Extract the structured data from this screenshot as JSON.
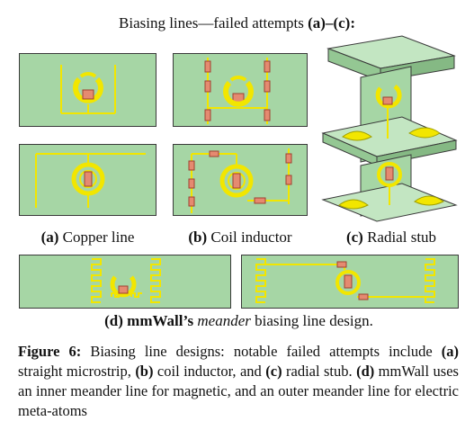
{
  "title": {
    "prefix": "Biasing lines—failed attempts ",
    "bold": "(a)–(c):"
  },
  "labels": {
    "a": {
      "tag": "(a)",
      "text": " Copper line"
    },
    "b": {
      "tag": "(b)",
      "text": " Coil inductor"
    },
    "c": {
      "tag": "(c)",
      "text": " Radial stub"
    },
    "d": {
      "tag": "(d)",
      "brand": " mmWall’s ",
      "italic": "meander",
      "text": " biasing line design."
    }
  },
  "caption": {
    "fig": "Figure 6:",
    "t1": " Biasing line designs: notable failed attempts include ",
    "a": "(a)",
    "t2": " straight microstrip, ",
    "b": "(b)",
    "t3": " coil inductor, and ",
    "c": "(c)",
    "t4": " radial stub. ",
    "d": "(d)",
    "t5": " mmWall uses an inner meander line for magnetic, and an outer meander line for electric meta-atoms"
  },
  "colors": {
    "substrate": "#a6d6a5",
    "copper": "#f2e600",
    "component": "#e58a70",
    "outline": "#3a3a3a"
  }
}
